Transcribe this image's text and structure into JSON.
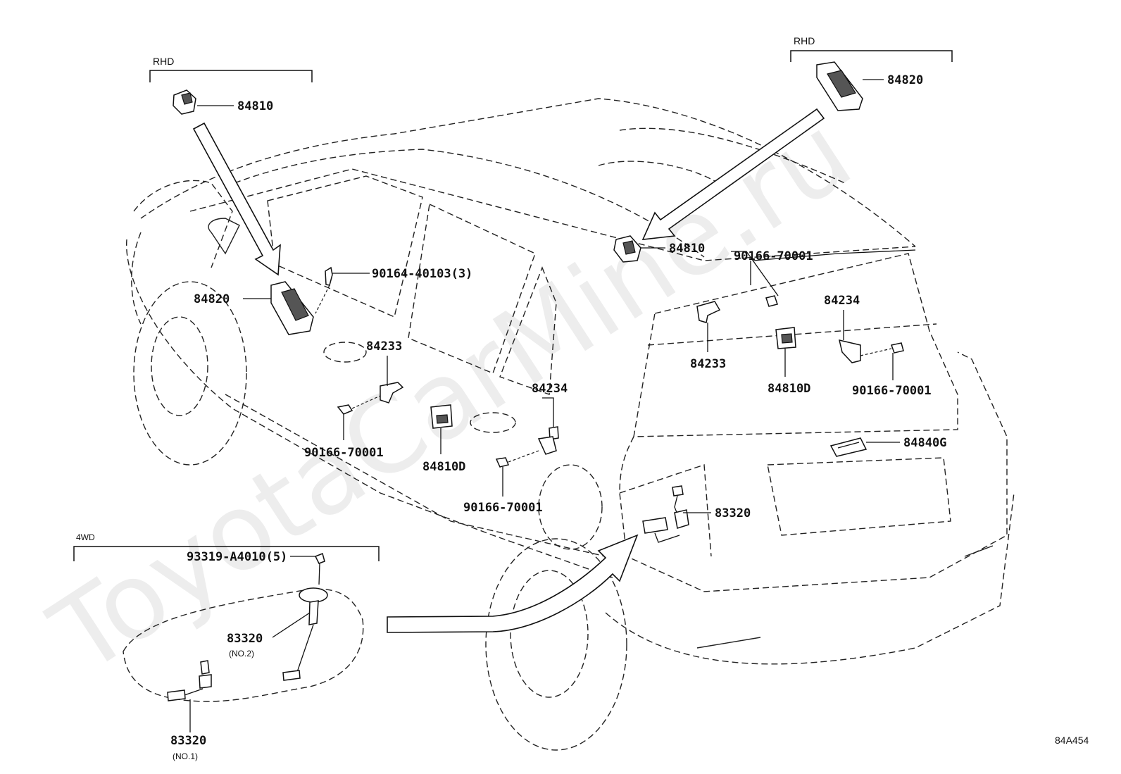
{
  "watermark": "ToyotaCarMine.ru",
  "diagram_code": "84A454",
  "groups": {
    "rhd_left": "RHD",
    "rhd_right": "RHD",
    "awd": "4WD"
  },
  "callouts": {
    "sw_84810_top_left": "84810",
    "sw_84820_top_right": "84820",
    "sw_84820_left_door": "84820",
    "screw_90164": "90164-40103(3)",
    "sw_84810_rear": "84810",
    "screw_90166_top": "90166-70001",
    "cs_84233_front": "84233",
    "cs_84234_rear_door": "84234",
    "sw_84810d_front_door": "84810D",
    "screw_90166_front_door": "90166-70001",
    "screw_90166_rear_door": "90166-70001",
    "cs_84234_back_door": "84234",
    "cs_84233_back_right": "84233",
    "sw_84810d_back": "84810D",
    "screw_90166_back_right": "90166-70001",
    "sw_84840g": "84840G",
    "gauge_83320_right": "83320",
    "screw_93319": "93319-A4010(5)",
    "gauge_83320_no2": "83320",
    "gauge_83320_no2_sub": "(NO.2)",
    "gauge_83320_no1": "83320",
    "gauge_83320_no1_sub": "(NO.1)"
  }
}
